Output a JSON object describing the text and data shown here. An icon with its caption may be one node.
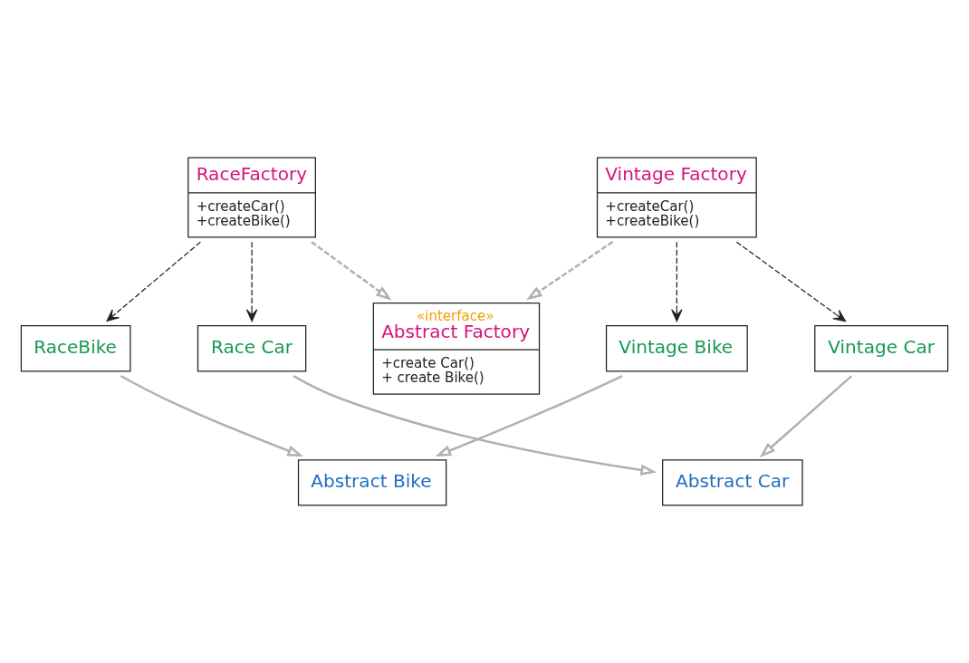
{
  "diagram": {
    "nodes": [
      {
        "text": [
          "RaceFactory",
          "+createCar()",
          "+createBike()"
        ]
      },
      {
        "text": [
          "Race Car"
        ]
      },
      {
        "text": [
          "RaceBike"
        ]
      },
      {
        "text": [
          "Abstract Car"
        ]
      },
      {
        "text": [
          "Abstract Bike"
        ]
      },
      {
        "text": [
          "«interface»",
          "Abstract Factory",
          "+create Car()",
          "+ create Bike()"
        ]
      },
      {
        "text": [
          "Vintage Car"
        ]
      },
      {
        "text": [
          "Vintage Bike"
        ]
      },
      {
        "text": [
          "Vintage Factory",
          "+createCar()",
          "+createBike()"
        ]
      }
    ],
    "edges": [
      {
        "from": 0,
        "to": 1,
        "arrow": "to",
        "style": "dashed",
        "color": "#222222"
      },
      {
        "from": 0,
        "to": 2,
        "arrow": "to",
        "style": "dashed",
        "color": "#222222"
      },
      {
        "from": 1,
        "to": 3,
        "arrow": "to"
      },
      {
        "from": 2,
        "to": 4,
        "arrow": "to"
      },
      {
        "from": 0,
        "to": 5,
        "arrow": "to",
        "style": "dashed"
      },
      {
        "from": 6,
        "to": 3,
        "arrow": "to"
      },
      {
        "from": 7,
        "to": 4,
        "arrow": "to"
      },
      {
        "from": 8,
        "to": 5,
        "arrow": "to",
        "style": "dashed"
      },
      {
        "from": 8,
        "to": 6,
        "arrow": "to",
        "style": "dashed",
        "color": "#222222"
      },
      {
        "from": 8,
        "to": 7,
        "arrow": "to",
        "style": "dashed",
        "color": "#222222"
      }
    ]
  }
}
